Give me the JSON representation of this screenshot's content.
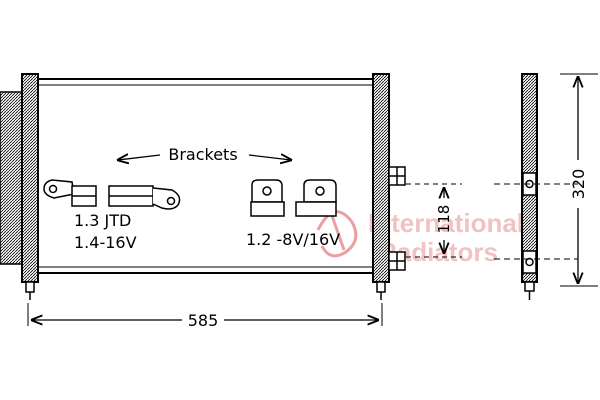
{
  "labels": {
    "brackets": "Brackets",
    "variant_a_line1": "1.3 JTD",
    "variant_a_line2": "1.4-16V",
    "variant_b": "1.2 -8V/16V"
  },
  "dimensions": {
    "width": "585",
    "height": "320",
    "port_spacing": "118"
  },
  "watermark": {
    "line1": "International",
    "line2": "Radiators",
    "color": "#e8a0a0"
  }
}
